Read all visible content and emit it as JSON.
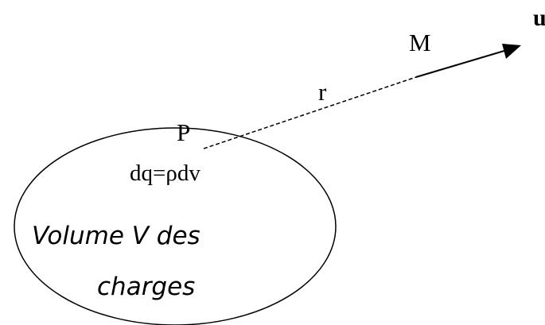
{
  "labels": {
    "point_p": "P",
    "charge_element": "dq=ρdv",
    "distance": "r",
    "point_m": "M",
    "unit_vector": "u",
    "volume_line1": "Volume V des",
    "volume_line2": "charges"
  },
  "colors": {
    "stroke": "#000000",
    "background": "#ffffff"
  }
}
